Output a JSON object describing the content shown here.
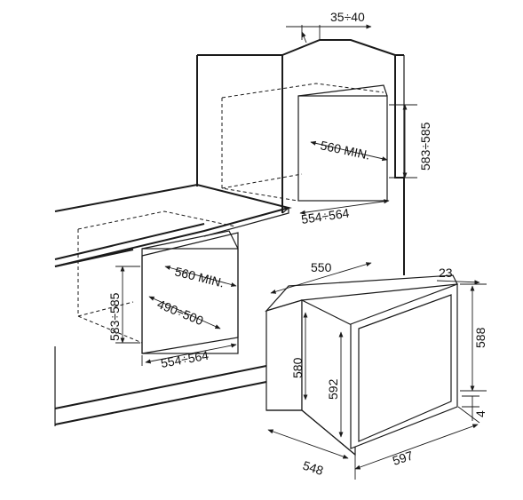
{
  "dimensions": {
    "vent_gap": "35÷40",
    "column_niche_height": "583÷585",
    "column_niche_depth": "560 MIN.",
    "column_niche_width": "554÷564",
    "under_niche_height": "583÷585",
    "under_niche_depth_min": "560 MIN.",
    "under_niche_depth_range": "490÷500",
    "under_niche_width": "554÷564",
    "oven_depth_top": "550",
    "oven_frame_thickness": "23",
    "oven_front_height": "588",
    "oven_body_height": "580",
    "oven_inner_height": "592",
    "oven_bottom_gap": "4",
    "oven_body_depth": "548",
    "oven_front_width": "597"
  }
}
